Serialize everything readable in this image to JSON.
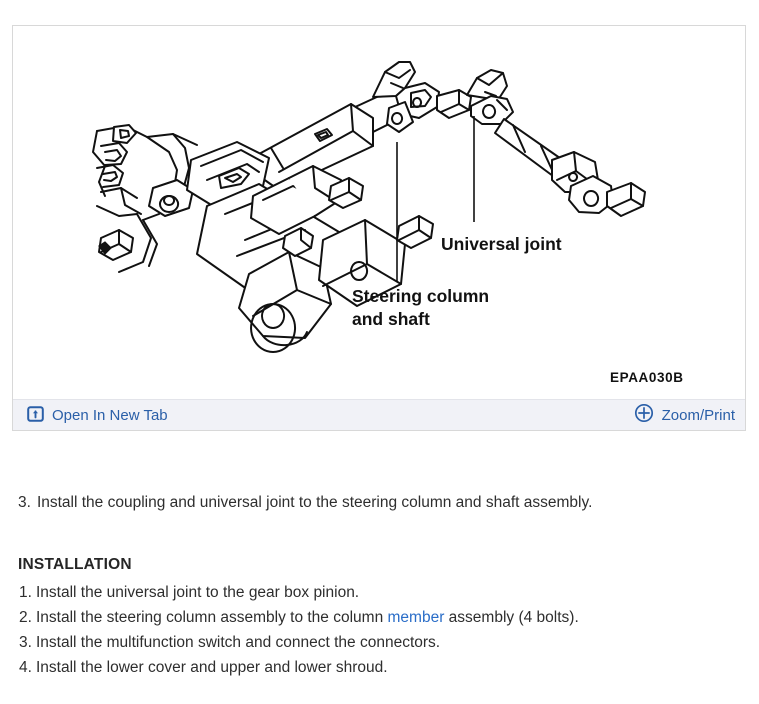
{
  "viewer": {
    "toolbar": {
      "open_new_tab_label": "Open In New Tab",
      "open_new_tab_icon": "open-in-new-tab-icon",
      "zoom_print_label": "Zoom/Print",
      "zoom_print_icon": "zoom-plus-icon"
    },
    "figure": {
      "code": "EPAA030B",
      "labels": {
        "universal_joint": "Universal joint",
        "steering_column_line1": "Steering column",
        "steering_column_line2": "and shaft"
      }
    }
  },
  "content": {
    "paragraph": {
      "number": "3.",
      "text": "Install the coupling and universal joint to the steering column and shaft assembly."
    },
    "section_heading": "INSTALLATION",
    "steps": [
      {
        "number": "1.",
        "before": "Install the universal joint to the gear box pinion.",
        "link": "",
        "after": ""
      },
      {
        "number": "2.",
        "before": "Install the steering column assembly to the column ",
        "link": "member",
        "after": " assembly (4 bolts)."
      },
      {
        "number": "3.",
        "before": "Install the multifunction switch and connect the connectors.",
        "link": "",
        "after": ""
      },
      {
        "number": "4.",
        "before": "Install the lower cover and upper and lower shroud.",
        "link": "",
        "after": ""
      }
    ]
  },
  "colors": {
    "link": "#2a6dc8",
    "toolbar_text": "#2a5fa8",
    "toolbar_bg": "#f1f2f7",
    "body_text": "#2e2e2e",
    "panel_border": "#d8d8d8"
  }
}
